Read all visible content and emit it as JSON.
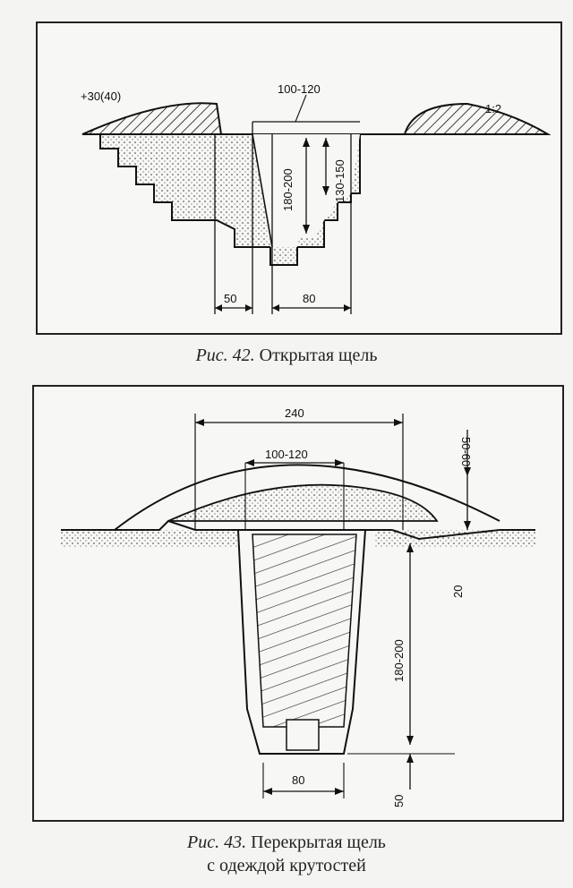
{
  "figure42": {
    "caption_number": "Рис. 42.",
    "caption_text": "Открытая щель",
    "labels": {
      "parapet_height": "+30(40)",
      "top_width": "100-120",
      "slope": "1:2",
      "depth": "180-200",
      "step_depth": "130-150",
      "bottom_width_left": "50",
      "bottom_width_right": "80"
    }
  },
  "figure43": {
    "caption_number": "Рис. 43.",
    "caption_text_line1": "Перекрытая щель",
    "caption_text_line2": "с одеждой крутостей",
    "labels": {
      "overall_width": "240",
      "cover_height": "50-60",
      "inner_width": "100-120",
      "depth": "180-200",
      "wall_offset": "20",
      "bottom_width": "80",
      "drain_depth": "50"
    }
  },
  "colors": {
    "ink": "#1a1a1a",
    "paper": "#f7f7f5",
    "frame": "#222222"
  }
}
